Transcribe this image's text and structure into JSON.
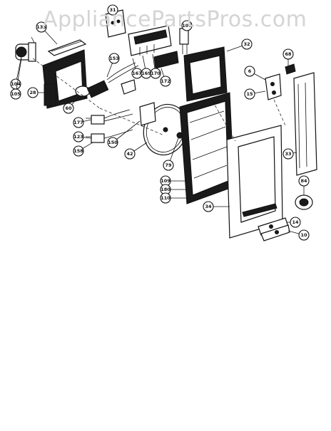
{
  "watermark": "AppliancePartsPros.com",
  "footer_code": "",
  "callouts": [
    "133",
    "31",
    "107",
    "32",
    "68",
    "104",
    "105",
    "153",
    "167",
    "169",
    "170",
    "172",
    "6",
    "15",
    "28",
    "60",
    "177",
    "123",
    "158",
    "150",
    "42",
    "79",
    "33",
    "84",
    "109",
    "180",
    "110",
    "34",
    "14",
    "10"
  ]
}
